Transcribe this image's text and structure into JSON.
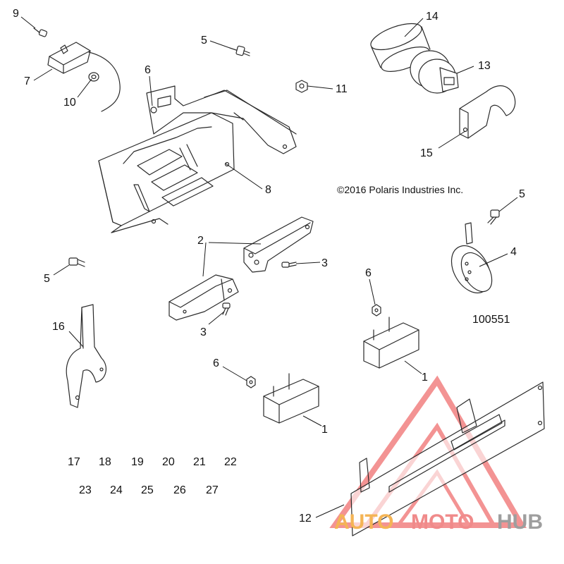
{
  "copyright": "©2016  Polaris Industries Inc.",
  "diagram_id": "100551",
  "callouts": {
    "c9": "9",
    "c7": "7",
    "c10": "10",
    "c6a": "6",
    "c5a": "5",
    "c11": "11",
    "c14": "14",
    "c13": "13",
    "c15": "15",
    "c8": "8",
    "c5b": "5",
    "c4": "4",
    "c2": "2",
    "c3a": "3",
    "c3b": "3",
    "c5c": "5",
    "c6b": "6",
    "c16": "16",
    "c1a": "1",
    "c6c": "6",
    "c1b": "1",
    "c12": "12"
  },
  "unused_refs": {
    "row1": [
      "17",
      "18",
      "19",
      "20",
      "21",
      "22"
    ],
    "row2": [
      "23",
      "24",
      "25",
      "26",
      "27"
    ]
  },
  "watermark": {
    "part1": "AUTO",
    "part2": "MOTO",
    "part3": "HUB",
    "colors": {
      "auto": "#f4b455",
      "moto": "#f08a8a",
      "hub": "#9e9e9e",
      "triangle": "#f07070"
    }
  }
}
